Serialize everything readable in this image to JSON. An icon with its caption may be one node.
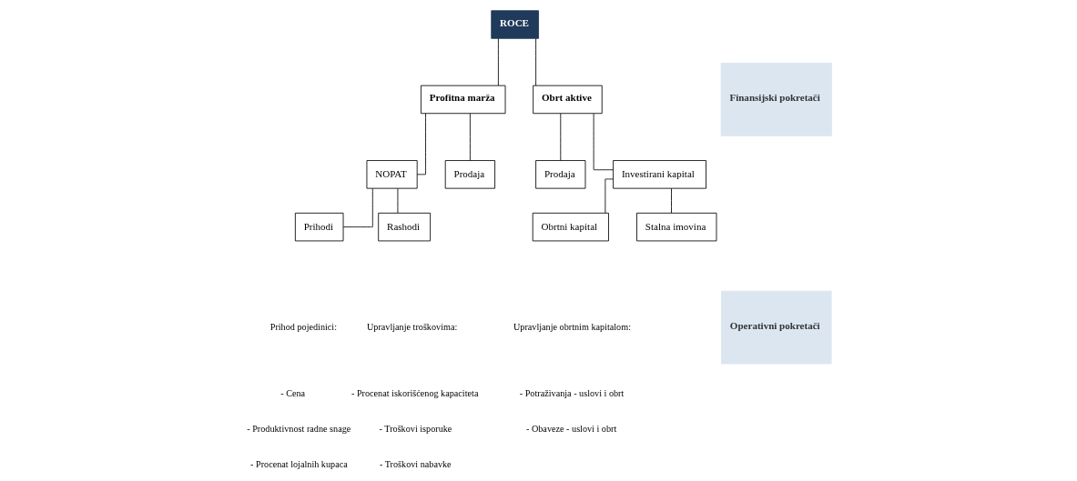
{
  "diagram": {
    "nodes": [
      {
        "text": [
          "ROCE"
        ]
      },
      {
        "text": [
          "Finansijski pokretači"
        ]
      },
      {
        "text": [
          "Profitna marža"
        ]
      },
      {
        "text": [
          "Obrt aktive"
        ]
      },
      {
        "text": [
          "NOPAT"
        ]
      },
      {
        "text": [
          "Prodaja"
        ]
      },
      {
        "text": [
          "Prodaja"
        ]
      },
      {
        "text": [
          "Investirani kapital"
        ]
      },
      {
        "text": [
          "Prihodi"
        ]
      },
      {
        "text": [
          "Rashodi"
        ]
      },
      {
        "text": [
          "Obrtni kapital"
        ]
      },
      {
        "text": [
          "Stalna imovina"
        ]
      },
      {
        "text": [
          "Operativni pokretači"
        ]
      }
    ],
    "edges": [
      {
        "from": 0,
        "to": 2,
        "arrow": "none"
      },
      {
        "from": 0,
        "to": 3,
        "arrow": "none"
      },
      {
        "from": 2,
        "to": 4,
        "arrow": "none"
      },
      {
        "from": 2,
        "to": 5,
        "arrow": "none"
      },
      {
        "from": 3,
        "to": 6,
        "arrow": "none"
      },
      {
        "from": 3,
        "to": 7,
        "arrow": "none"
      },
      {
        "from": 4,
        "to": 8,
        "arrow": "none"
      },
      {
        "from": 4,
        "to": 9,
        "arrow": "none"
      },
      {
        "from": 7,
        "to": 10,
        "arrow": "none"
      },
      {
        "from": 7,
        "to": 11,
        "arrow": "none"
      }
    ],
    "labels": [
      "Prihod pojedinici:",
      "- Cena",
      "- Produktivnost radne snage",
      "- Procenat lojalnih kupaca",
      "Upravljanje troškovima:",
      "- Procenat iskorišćenog kapaciteta",
      "- Troškovi isporuke",
      "- Troškovi nabavke",
      "Upravljanje obrtnim kapitalom:",
      "- Potraživanja - uslovi i obrt",
      "- Obaveze - uslovi i obrt"
    ]
  }
}
